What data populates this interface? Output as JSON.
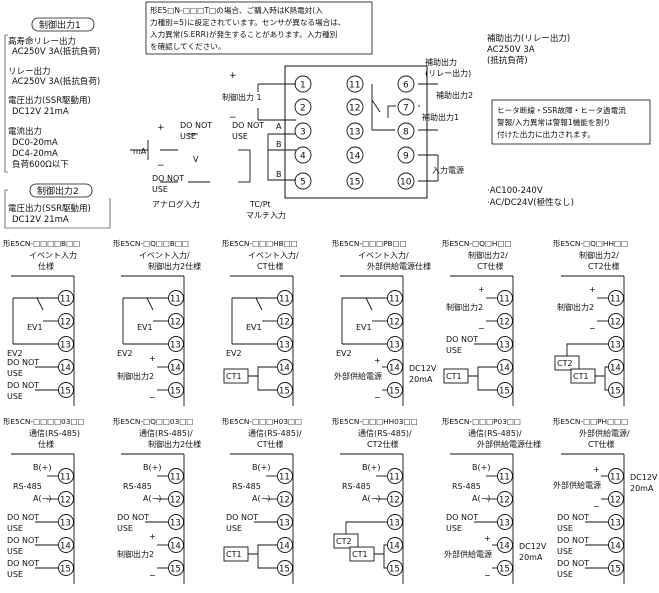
{
  "top": {
    "control1": {
      "header": "制御出力1",
      "lines": [
        "高寿命リレー出力",
        "AC250V 3A(抵抗負荷)",
        "リレー出力",
        "AC250V 3A(抵抗負荷)",
        "電圧出力(SSR駆動用)",
        "DC12V 21mA",
        "電流出力",
        "DC0-20mA",
        "DC4-20mA",
        "負荷600Ω以下"
      ]
    },
    "control2": {
      "header": "制御出力2",
      "lines": [
        "電圧出力(SSR駆動用)",
        "DC12V 21mA"
      ]
    },
    "note": [
      "形E5□N-□□□T□の場合、ご購入時はK熱電対(入",
      "力種別=5)に設定されています。センサが異なる場合は、",
      "入力異常(S.ERR)が発生することがあります。入力種別",
      "を確認してください。"
    ],
    "terminals": [
      "1",
      "2",
      "3",
      "4",
      "5",
      "11",
      "12",
      "13",
      "14",
      "15",
      "6",
      "7",
      "8",
      "9",
      "10"
    ],
    "labels": {
      "control1": "制御出力 1",
      "ma": "mA",
      "donotuse": "DO NOT USE",
      "v": "V",
      "analog": "アナログ入力",
      "tc1": "TC/Pt",
      "tc2": "マルチ入力",
      "aux_title": [
        "補助出力(リレー出力)",
        "AC250V 3A",
        "(抵抗負荷)"
      ],
      "aux_relay": [
        "補助出力",
        "(リレー出力)"
      ],
      "aux2": "補助出力2",
      "aux1": "補助出力1",
      "heater": [
        "ヒータ断線・SSR故障・ヒータ過電流",
        "警報/入力異常は警報1機能を割り",
        "付けた出力に出力されます。"
      ],
      "power": "入力電源",
      "ac1": "·AC100-240V",
      "ac2": "·AC/DC24V(極性なし)"
    }
  },
  "options": {
    "row1": [
      {
        "model": "形E5CN-□□□□B□□",
        "title": [
          "イベント入力",
          "仕様"
        ]
      },
      {
        "model": "形E5CN-□Q□□B□□",
        "title": [
          "イベント入力/",
          "制御出力2仕様"
        ]
      },
      {
        "model": "形E5CN-□□□HB□□",
        "title": [
          "イベント入力/",
          "CT仕様"
        ]
      },
      {
        "model": "形E5CN-□□□PB□□",
        "title": [
          "イベント入力/",
          "外部供給電源仕様"
        ]
      },
      {
        "model": "形E5CN-□Q□H□□",
        "title": [
          "制御出力2/",
          "CT仕様"
        ]
      },
      {
        "model": "形E5CN-□Q□HH□□",
        "title": [
          "制御出力2/",
          "CT2仕様"
        ]
      }
    ],
    "row2": [
      {
        "model": "形E5CN-□□□□03□□",
        "title": [
          "通信(RS-485)",
          "仕様"
        ]
      },
      {
        "model": "形E5CN-□Q□□03□□",
        "title": [
          "通信(RS-485)/",
          "制御出力2仕様"
        ]
      },
      {
        "model": "形E5CN-□□□H03□□",
        "title": [
          "通信(RS-485)/",
          "CT仕様"
        ]
      },
      {
        "model": "形E5CN-□□□HH03□□",
        "title": [
          "通信(RS-485)/",
          "CT2仕様"
        ]
      },
      {
        "model": "形E5CN-□□□P03□□",
        "title": [
          "通信(RS-485)/",
          "外部供給電源仕様"
        ]
      },
      {
        "model": "形E5CN-□□PH□□□",
        "title": [
          "外部供給電源/",
          "CT仕様"
        ]
      }
    ],
    "terms": [
      "11",
      "12",
      "13",
      "14",
      "15"
    ],
    "text": {
      "ev1": "EV1",
      "ev2": "EV2",
      "do_not": "DO NOT",
      "use": "USE",
      "ctrl2": "制御出力2",
      "ct1": "CT1",
      "ct2": "CT2",
      "ext": "外部供給電源",
      "dc12v": "DC12V",
      "ma20": "20mA",
      "bplus": "B(+)",
      "aminus": "A(−)",
      "rs485": "RS-485",
      "plus": "+",
      "minus": "−"
    }
  }
}
